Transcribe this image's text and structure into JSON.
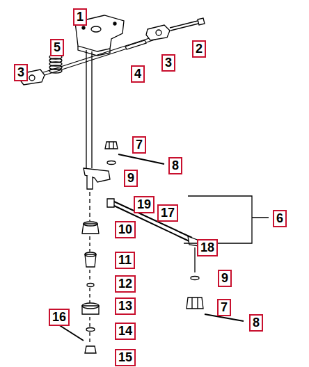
{
  "diagram": {
    "nodes": [
      {
        "text": [
          "1"
        ]
      },
      {
        "text": [
          "5"
        ]
      },
      {
        "text": [
          "2"
        ]
      },
      {
        "text": [
          "3"
        ]
      },
      {
        "text": [
          "3"
        ]
      },
      {
        "text": [
          "4"
        ]
      },
      {
        "text": [
          "7"
        ]
      },
      {
        "text": [
          "8"
        ]
      },
      {
        "text": [
          "9"
        ]
      },
      {
        "text": [
          "19"
        ]
      },
      {
        "text": [
          "17"
        ]
      },
      {
        "text": [
          "6"
        ]
      },
      {
        "text": [
          "10"
        ]
      },
      {
        "text": [
          "18"
        ]
      },
      {
        "text": [
          "11"
        ]
      },
      {
        "text": [
          "9"
        ]
      },
      {
        "text": [
          "12"
        ]
      },
      {
        "text": [
          "13"
        ]
      },
      {
        "text": [
          "7"
        ]
      },
      {
        "text": [
          "16"
        ]
      },
      {
        "text": [
          "8"
        ]
      },
      {
        "text": [
          "14"
        ]
      },
      {
        "text": [
          "15"
        ]
      }
    ]
  }
}
